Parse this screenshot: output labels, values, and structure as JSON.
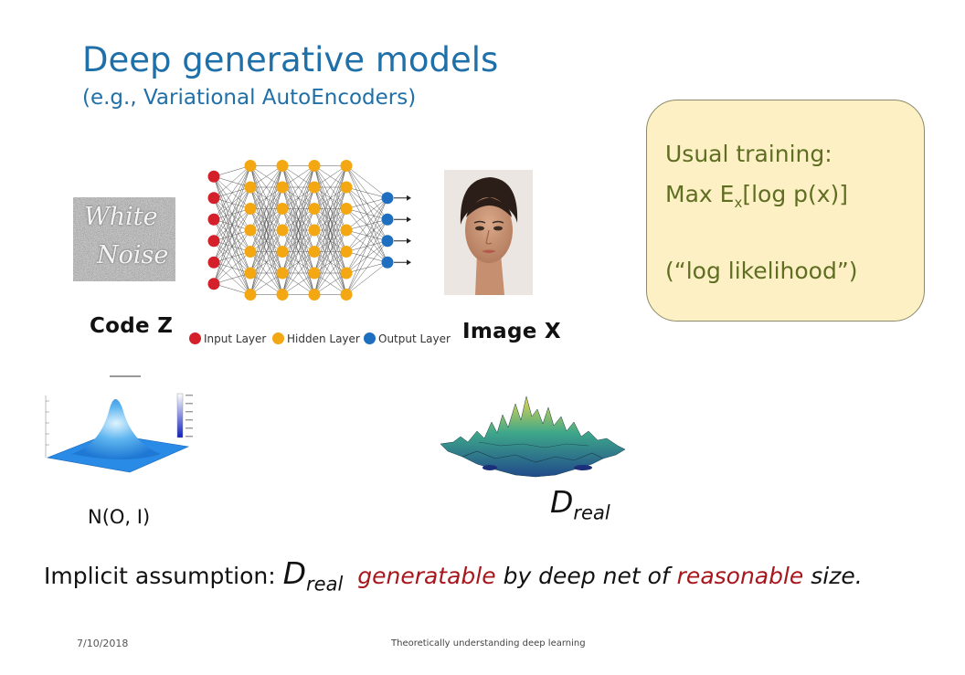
{
  "slide": {
    "title": "Deep generative models",
    "subtitle": "(e.g.,  Variational AutoEncoders)",
    "callout": {
      "line1": "Usual training:",
      "line2_prefix": "Max E",
      "line2_sub": "x",
      "line2_suffix": "[log p(x)]",
      "line3": "(“log likelihood”)"
    },
    "noise_image": {
      "word1": "White",
      "word2": "Noise"
    },
    "code_label": "Code Z",
    "image_label": "Image X",
    "network": {
      "legend": [
        "Input Layer",
        "Hidden Layer",
        "Output Layer"
      ],
      "colors": {
        "input": "#d3202a",
        "hidden": "#f3a712",
        "output": "#1e6fbf"
      },
      "layer_sizes": [
        6,
        7,
        7,
        7,
        7,
        4
      ]
    },
    "gaussian_label": "N(O, I)",
    "dreal": {
      "main": "D",
      "sub": "real"
    },
    "bottom": {
      "prefix": "Implicit assumption: ",
      "d_main": "D",
      "d_sub": "real",
      "gen": "generatable",
      "mid": " by deep net of ",
      "reasonable": "reasonable",
      "end": " size."
    },
    "footer": {
      "date": "7/10/2018",
      "text": "Theoretically understanding deep learning"
    }
  }
}
